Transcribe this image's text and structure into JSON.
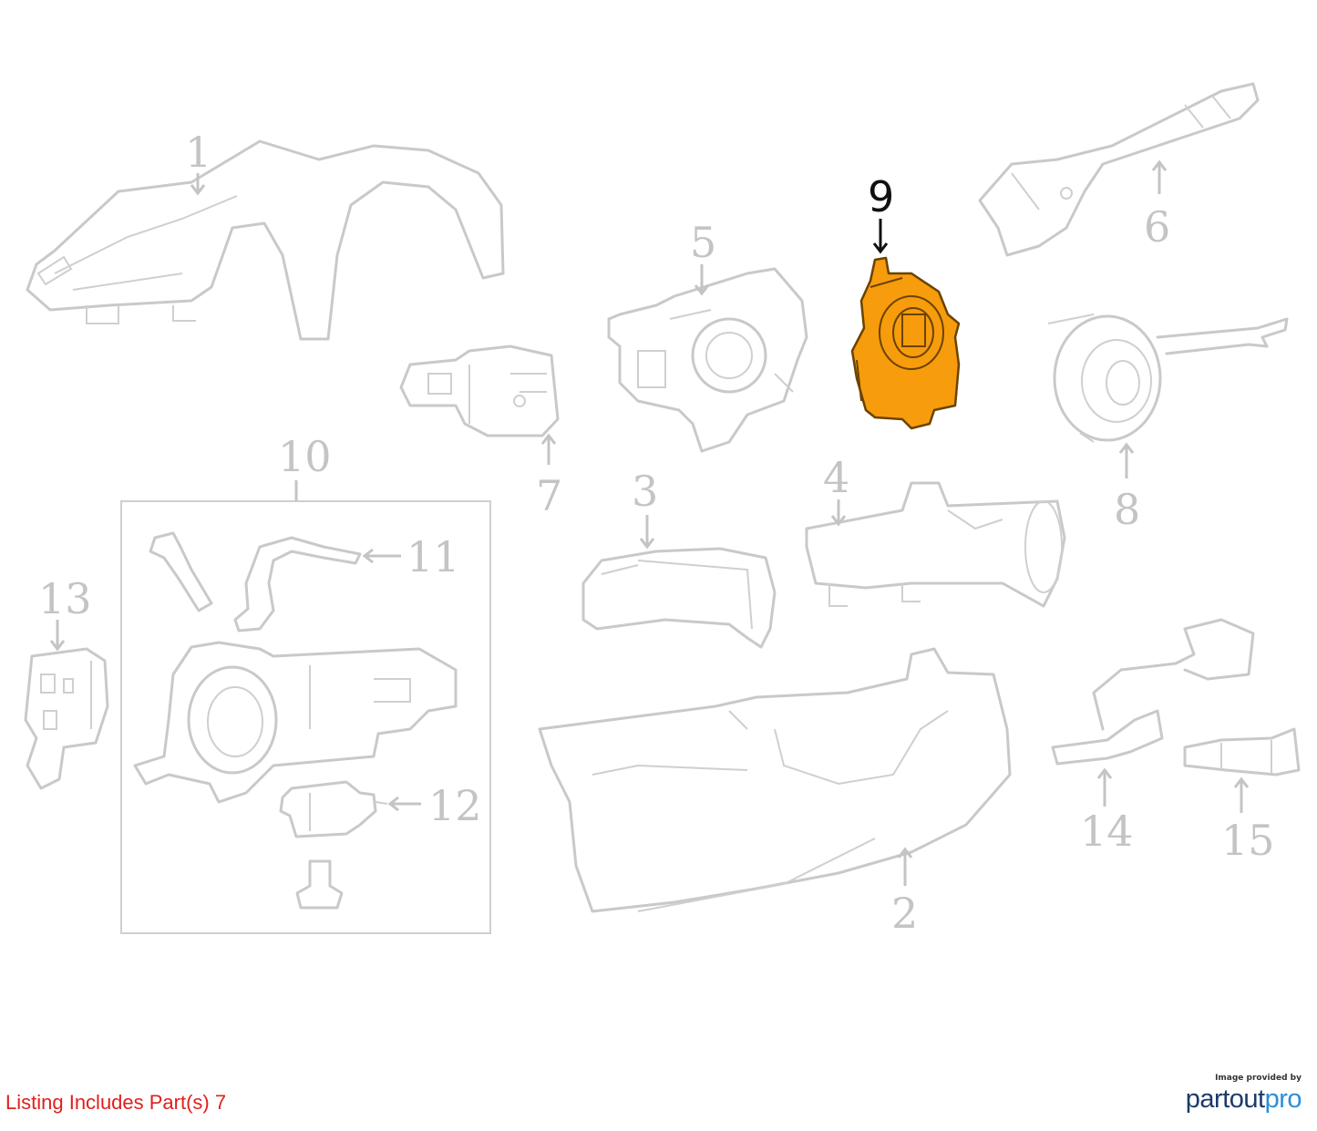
{
  "callouts": {
    "c1": "1",
    "c2": "2",
    "c3": "3",
    "c4": "4",
    "c5": "5",
    "c6": "6",
    "c7": "7",
    "c8": "8",
    "c9": "9",
    "c10": "10",
    "c11": "11",
    "c12": "12",
    "c13": "13",
    "c14": "14",
    "c15": "15"
  },
  "highlighted_callout": "9",
  "colors": {
    "highlight": "#f79c0c",
    "ghost": "#c9c9c9",
    "note": "#e0201c"
  },
  "listing_note": "Listing Includes Part(s) 7",
  "provider": {
    "caption": "Image provided by",
    "logo_part1": "partout",
    "logo_part2": "pro"
  }
}
